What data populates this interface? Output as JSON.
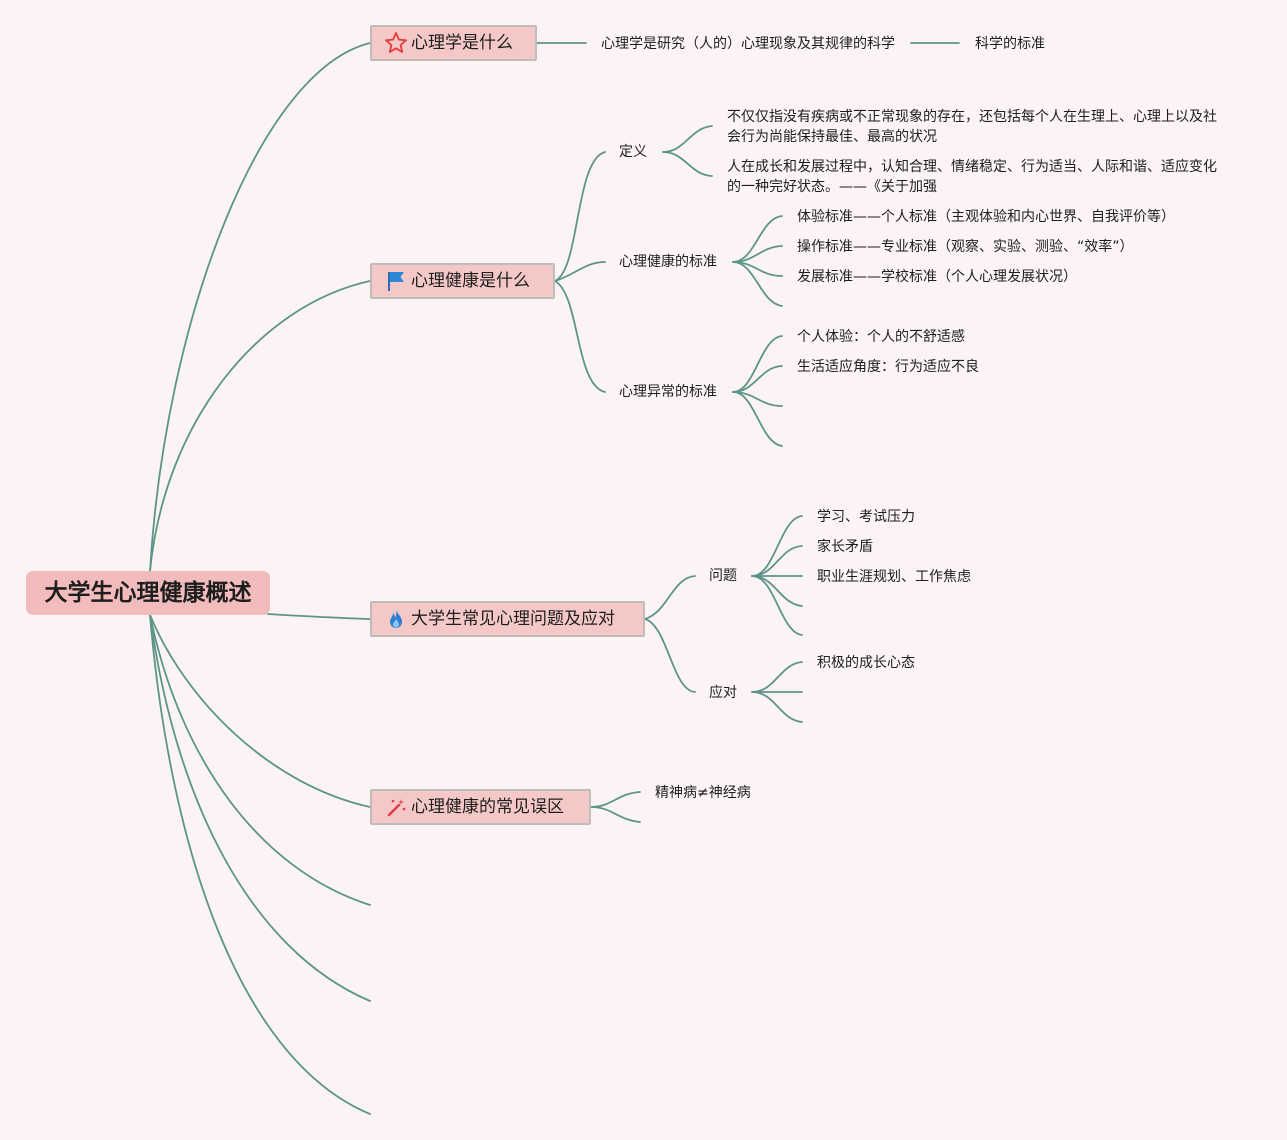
{
  "root": {
    "title": "大学生心理健康概述"
  },
  "colors": {
    "background": "#fbf3f4",
    "edge": "#5c9588",
    "root_fill": "#f2bcbd",
    "topic_fill": "#f4c8c7",
    "topic_border": "#bfbcbc"
  },
  "topics": [
    {
      "label": "心理学是什么",
      "icon": "star-icon",
      "children": [
        {
          "text": "心理学是研究（人的）心理现象及其规律的科学"
        },
        {
          "text": "科学的标准"
        }
      ]
    },
    {
      "label": "心理健康是什么",
      "icon": "flag-icon",
      "groups": [
        {
          "label": "定义",
          "items": [
            "不仅仅指没有疾病或不正常现象的存在，还包括每个人在生理上、心理上以及社会行为尚能保持最佳、最高的状况",
            "人在成长和发展过程中，认知合理、情绪稳定、行为适当、人际和谐、适应变化的一种完好状态。——《关于加强"
          ]
        },
        {
          "label": "心理健康的标准",
          "items": [
            "体验标准——个人标准（主观体验和内心世界、自我评价等）",
            "操作标准——专业标准（观察、实验、测验、“效率”）",
            "发展标准——学校标准（个人心理发展状况）"
          ]
        },
        {
          "label": "心理异常的标准",
          "items": [
            "个人体验：个人的不舒适感",
            "生活适应角度：行为适应不良"
          ]
        }
      ]
    },
    {
      "label": "大学生常见心理问题及应对",
      "icon": "flame-icon",
      "groups": [
        {
          "label": "问题",
          "items": [
            "学习、考试压力",
            "家长矛盾",
            "职业生涯规划、工作焦虑"
          ]
        },
        {
          "label": "应对",
          "items": [
            "积极的成长心态"
          ]
        }
      ]
    },
    {
      "label": "心理健康的常见误区",
      "icon": "magic-wand-icon",
      "items": [
        "精神病≠神经病"
      ]
    }
  ]
}
